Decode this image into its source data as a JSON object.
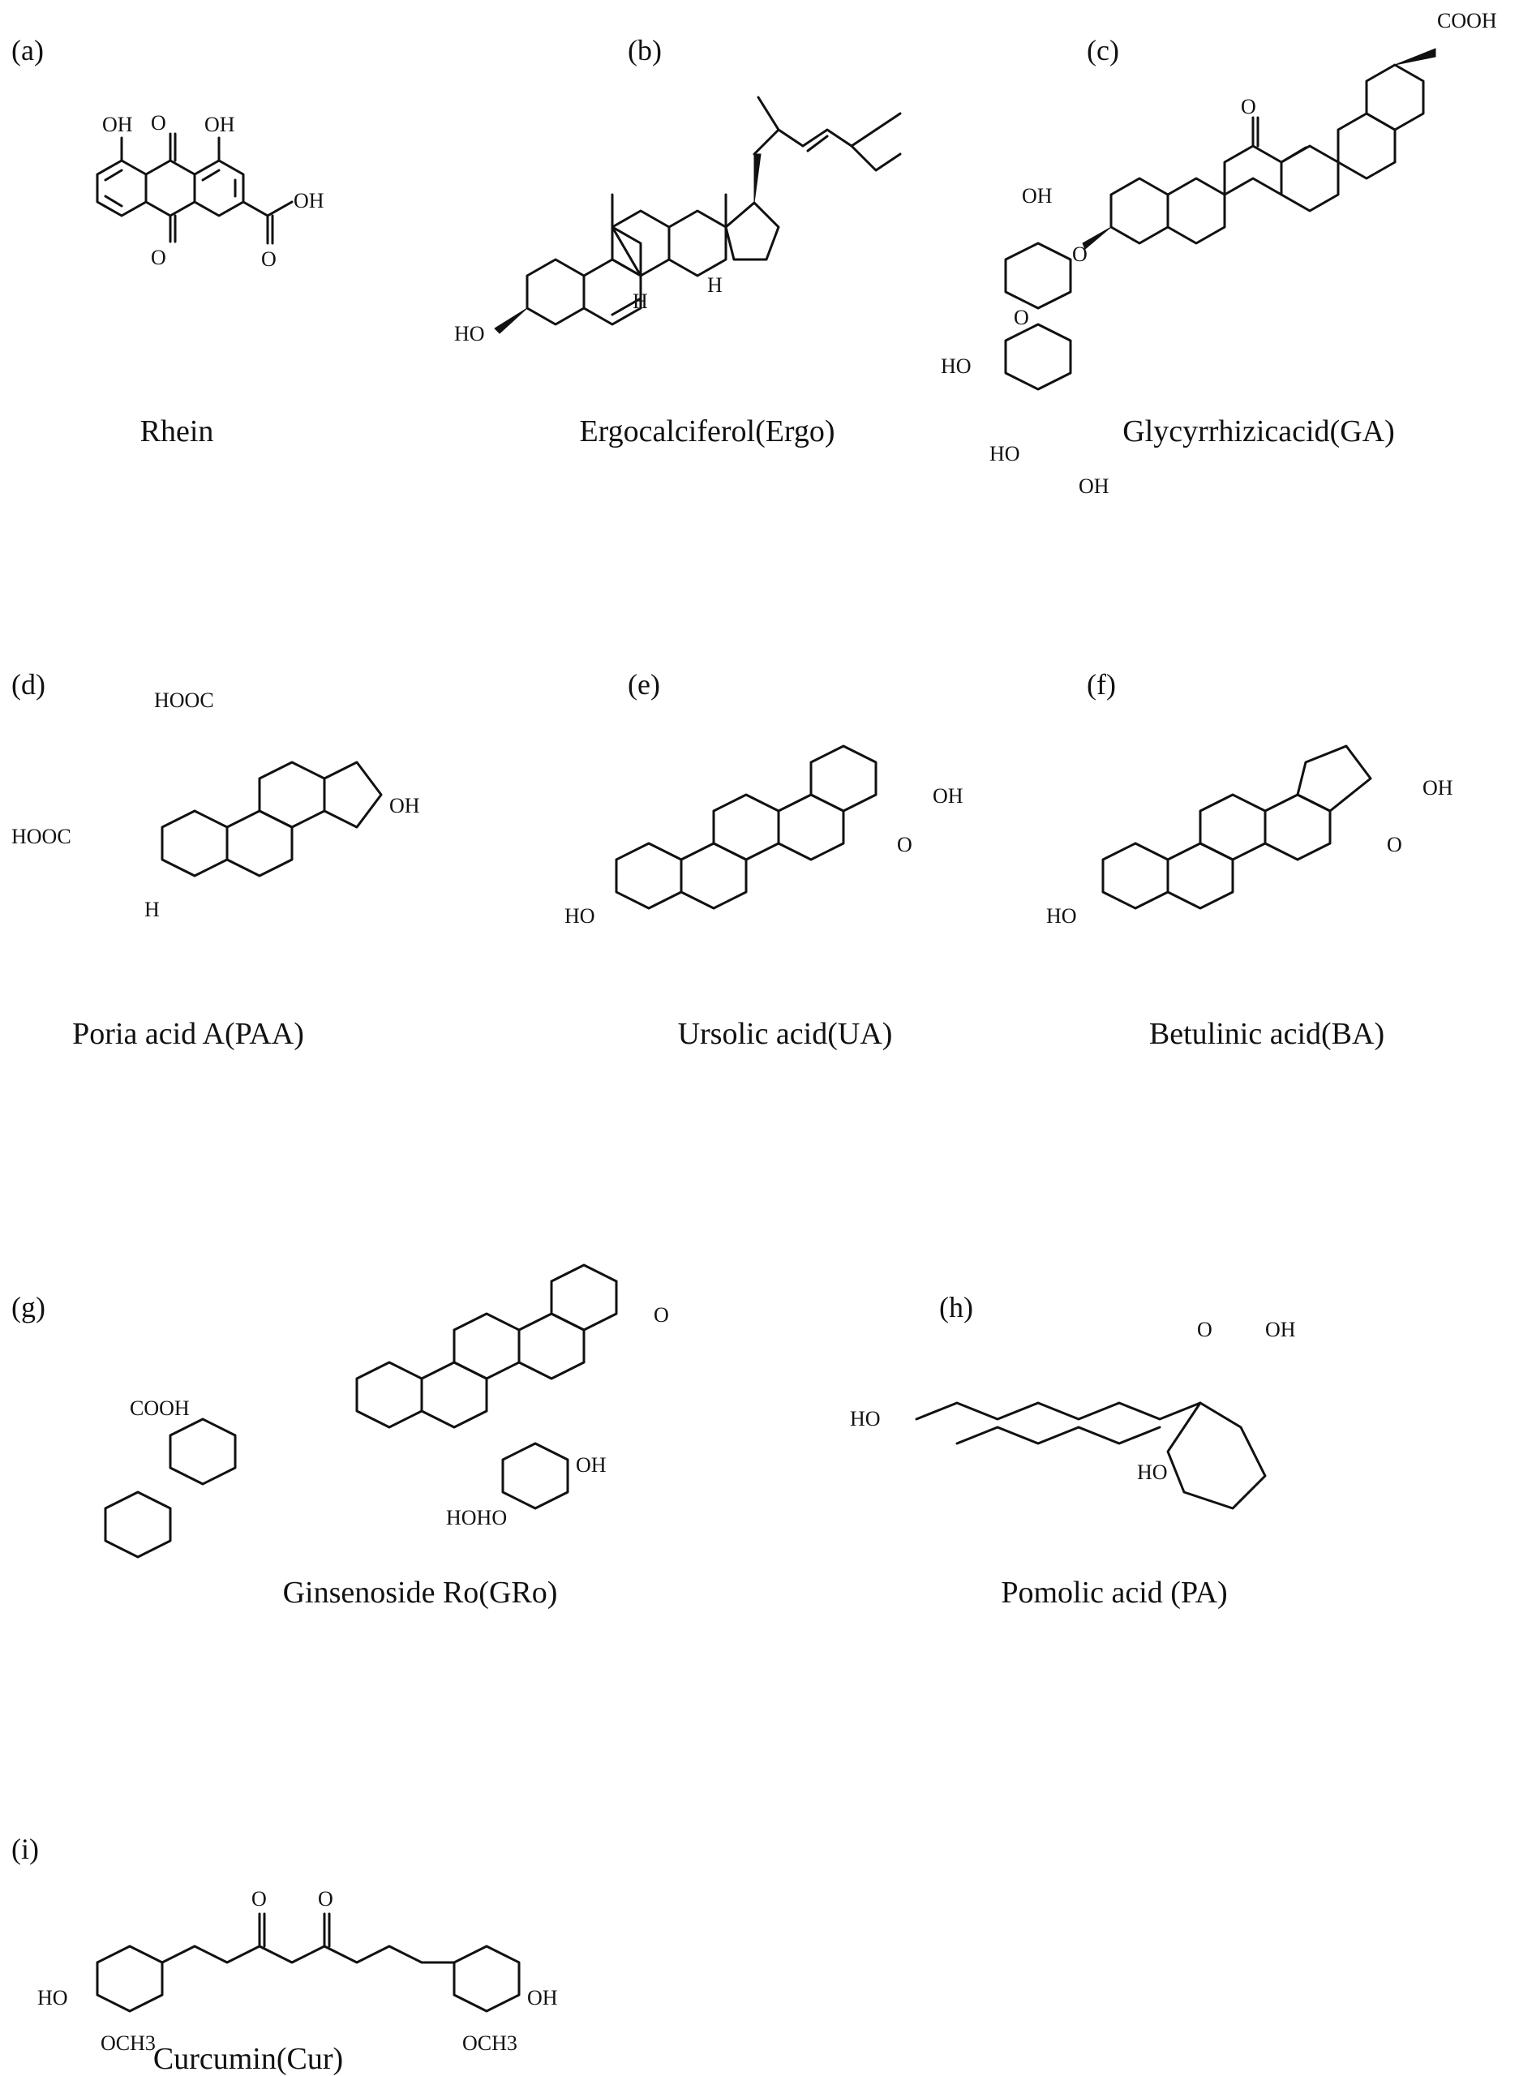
{
  "panels": [
    {
      "letter": "(a)",
      "name": "Rhein"
    },
    {
      "letter": "(b)",
      "name": "Ergocalciferol(Ergo)"
    },
    {
      "letter": "(c)",
      "name": "Glycyrrhizicacid(GA)"
    },
    {
      "letter": "(d)",
      "name": "Poria acid A(PAA)"
    },
    {
      "letter": "(e)",
      "name": "Ursolic acid(UA)"
    },
    {
      "letter": "(f)",
      "name": "Betulinic acid(BA)"
    },
    {
      "letter": "(g)",
      "name": "Ginsenoside Ro(GRo)"
    },
    {
      "letter": "(h)",
      "name": "Pomolic acid (PA)"
    },
    {
      "letter": "(i)",
      "name": "Curcumin(Cur)"
    }
  ],
  "atom_labels": {
    "oh": "OH",
    "ho": "HO",
    "o": "O",
    "h": "H",
    "cooh": "COOH",
    "hooc": "HOOC",
    "cooh_sugar": "COOH",
    "hoho": "HOHO",
    "och3": "OCH3"
  }
}
